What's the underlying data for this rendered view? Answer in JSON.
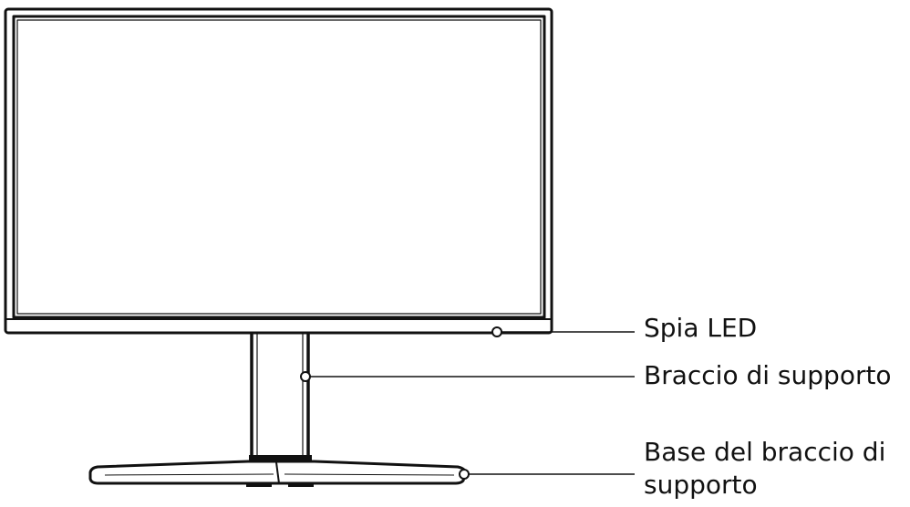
{
  "labels": {
    "led": "Spia LED",
    "arm": "Braccio di supporto",
    "base_line1": "Base del braccio di",
    "base_line2": "supporto"
  },
  "colors": {
    "stroke": "#111111",
    "background": "#ffffff"
  }
}
